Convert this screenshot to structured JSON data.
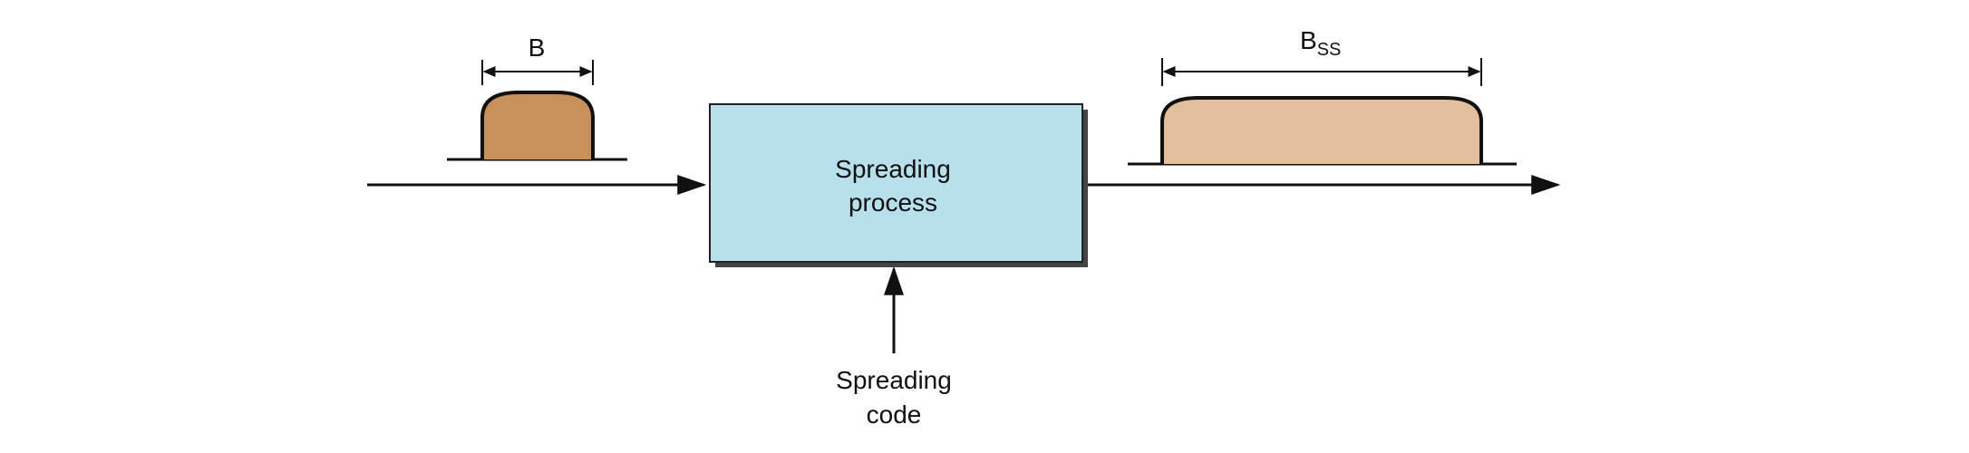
{
  "input_bandwidth_label": "B",
  "output_bandwidth": {
    "base": "B",
    "subscript": "SS"
  },
  "process_box": {
    "line1": "Spreading",
    "line2": "process"
  },
  "code_label": {
    "line1": "Spreading",
    "line2": "code"
  },
  "colors": {
    "narrow_spectrum": "#c8905a",
    "spread_spectrum": "#e3bf9c",
    "process_box_fill": "#b7dfec",
    "stroke": "#111111"
  }
}
